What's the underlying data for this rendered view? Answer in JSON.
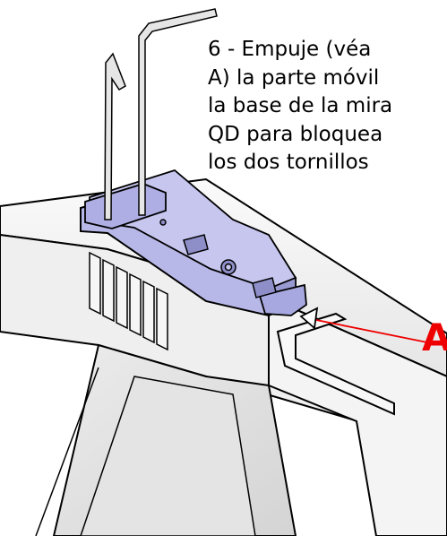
{
  "instruction": {
    "lines": [
      "6 -  Empuje (véa",
      "A) la parte móvil",
      "la base de la mira",
      "QD para bloquea",
      "los dos tornillos"
    ]
  },
  "callout": {
    "label": "A"
  },
  "colors": {
    "outline": "#000000",
    "mount_fill": "#b8b8e8",
    "mount_shade": "#9a9ad2",
    "body_fill": "#f3f3f3",
    "arrow": "#ee0000"
  }
}
